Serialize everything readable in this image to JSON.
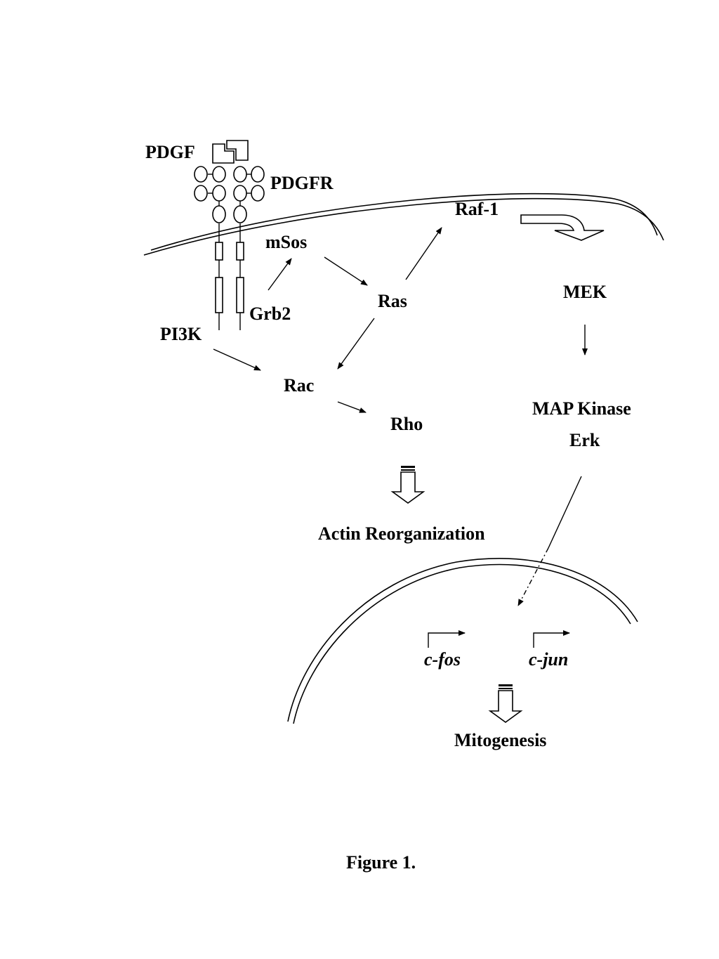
{
  "labels": {
    "pdgf": "PDGF",
    "pdgfr": "PDGFR",
    "raf1": "Raf-1",
    "msos": "mSos",
    "ras": "Ras",
    "grb2": "Grb2",
    "pi3k": "PI3K",
    "mek": "MEK",
    "rac": "Rac",
    "rho": "Rho",
    "map_kinase": "MAP Kinase",
    "erk": "Erk",
    "actin": "Actin Reorganization",
    "cfos": "c-fos",
    "cjun": "c-jun",
    "mitogenesis": "Mitogenesis",
    "caption": "Figure 1."
  }
}
